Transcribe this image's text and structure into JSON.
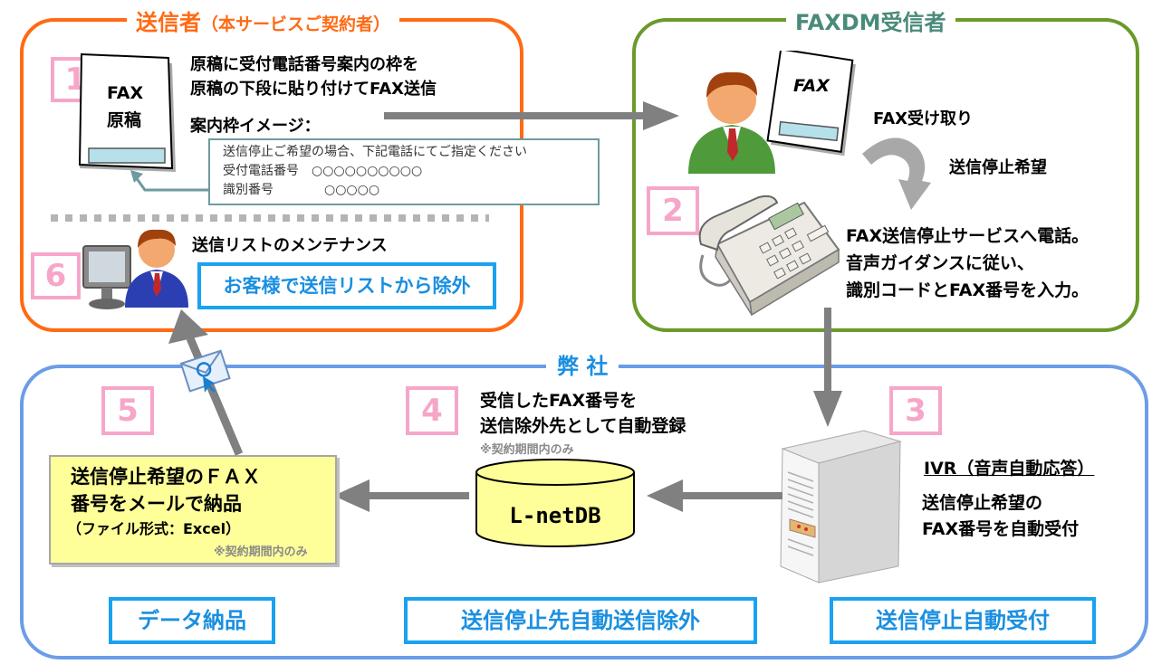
{
  "sender": {
    "title": "送信者",
    "title_sub": "（本サービスご契約者）",
    "step1_num": "1",
    "doc_fax": "FAX",
    "doc_genko": "原稿",
    "step1_line1": "原稿に受付電話番号案内の枠を",
    "step1_line2": "原稿の下段に貼り付けてFAX送信",
    "guide_heading": "案内枠イメージ：",
    "guide_line1": "送信停止ご希望の場合、下記電話にてご指定ください",
    "guide_line2_label": "受付電話番号",
    "guide_line2_value": "○○○○○○○○○○",
    "guide_line3_label": "識別番号",
    "guide_line3_value": "○○○○○",
    "step6_num": "6",
    "maintenance": "送信リストのメンテナンス",
    "remove_label": "お客様で送信リストから除外"
  },
  "receiver": {
    "title": "FAXDM受信者",
    "fax_label": "FAX",
    "receive_text": "FAX受け取り",
    "stop_request": "送信停止希望",
    "step2_num": "2",
    "call_line1": "FAX送信停止サービスへ電話。",
    "call_line2": "音声ガイダンスに従い、",
    "call_line3": "識別コードとFAX番号を入力。"
  },
  "company": {
    "title": "弊 社",
    "step3_num": "3",
    "ivr_title": "IVR（音声自動応答）",
    "ivr_line1": "送信停止希望の",
    "ivr_line2": "FAX番号を自動受付",
    "step4_num": "4",
    "reg_line1": "受信したFAX番号を",
    "reg_line2": "送信除外先として自動登録",
    "reg_note": "※契約期間内のみ",
    "db_label": "L-netDB",
    "step5_num": "5",
    "deliver_line1": "送信停止希望のＦＡＸ",
    "deliver_line2": "番号をメールで納品",
    "deliver_line3": "（ファイル形式：Excel）",
    "deliver_note": "※契約期間内のみ",
    "label_data": "データ納品",
    "label_exclude": "送信停止先自動送信除外",
    "label_auto": "送信停止自動受付"
  },
  "colors": {
    "sender_border": "#ff6a14",
    "receiver_border": "#6a9a2a",
    "company_border": "#6b9de8",
    "step_number": "#f6a6c9",
    "label_blue": "#1a8fe0",
    "arrow_gray": "#808080",
    "note_yellow": "#ffff99",
    "db_yellow": "#ffff99"
  },
  "icons": [
    "fax-document-icon",
    "person-icon",
    "telephone-icon",
    "server-icon",
    "database-icon",
    "computer-icon",
    "email-icon",
    "curved-arrow-icon"
  ]
}
